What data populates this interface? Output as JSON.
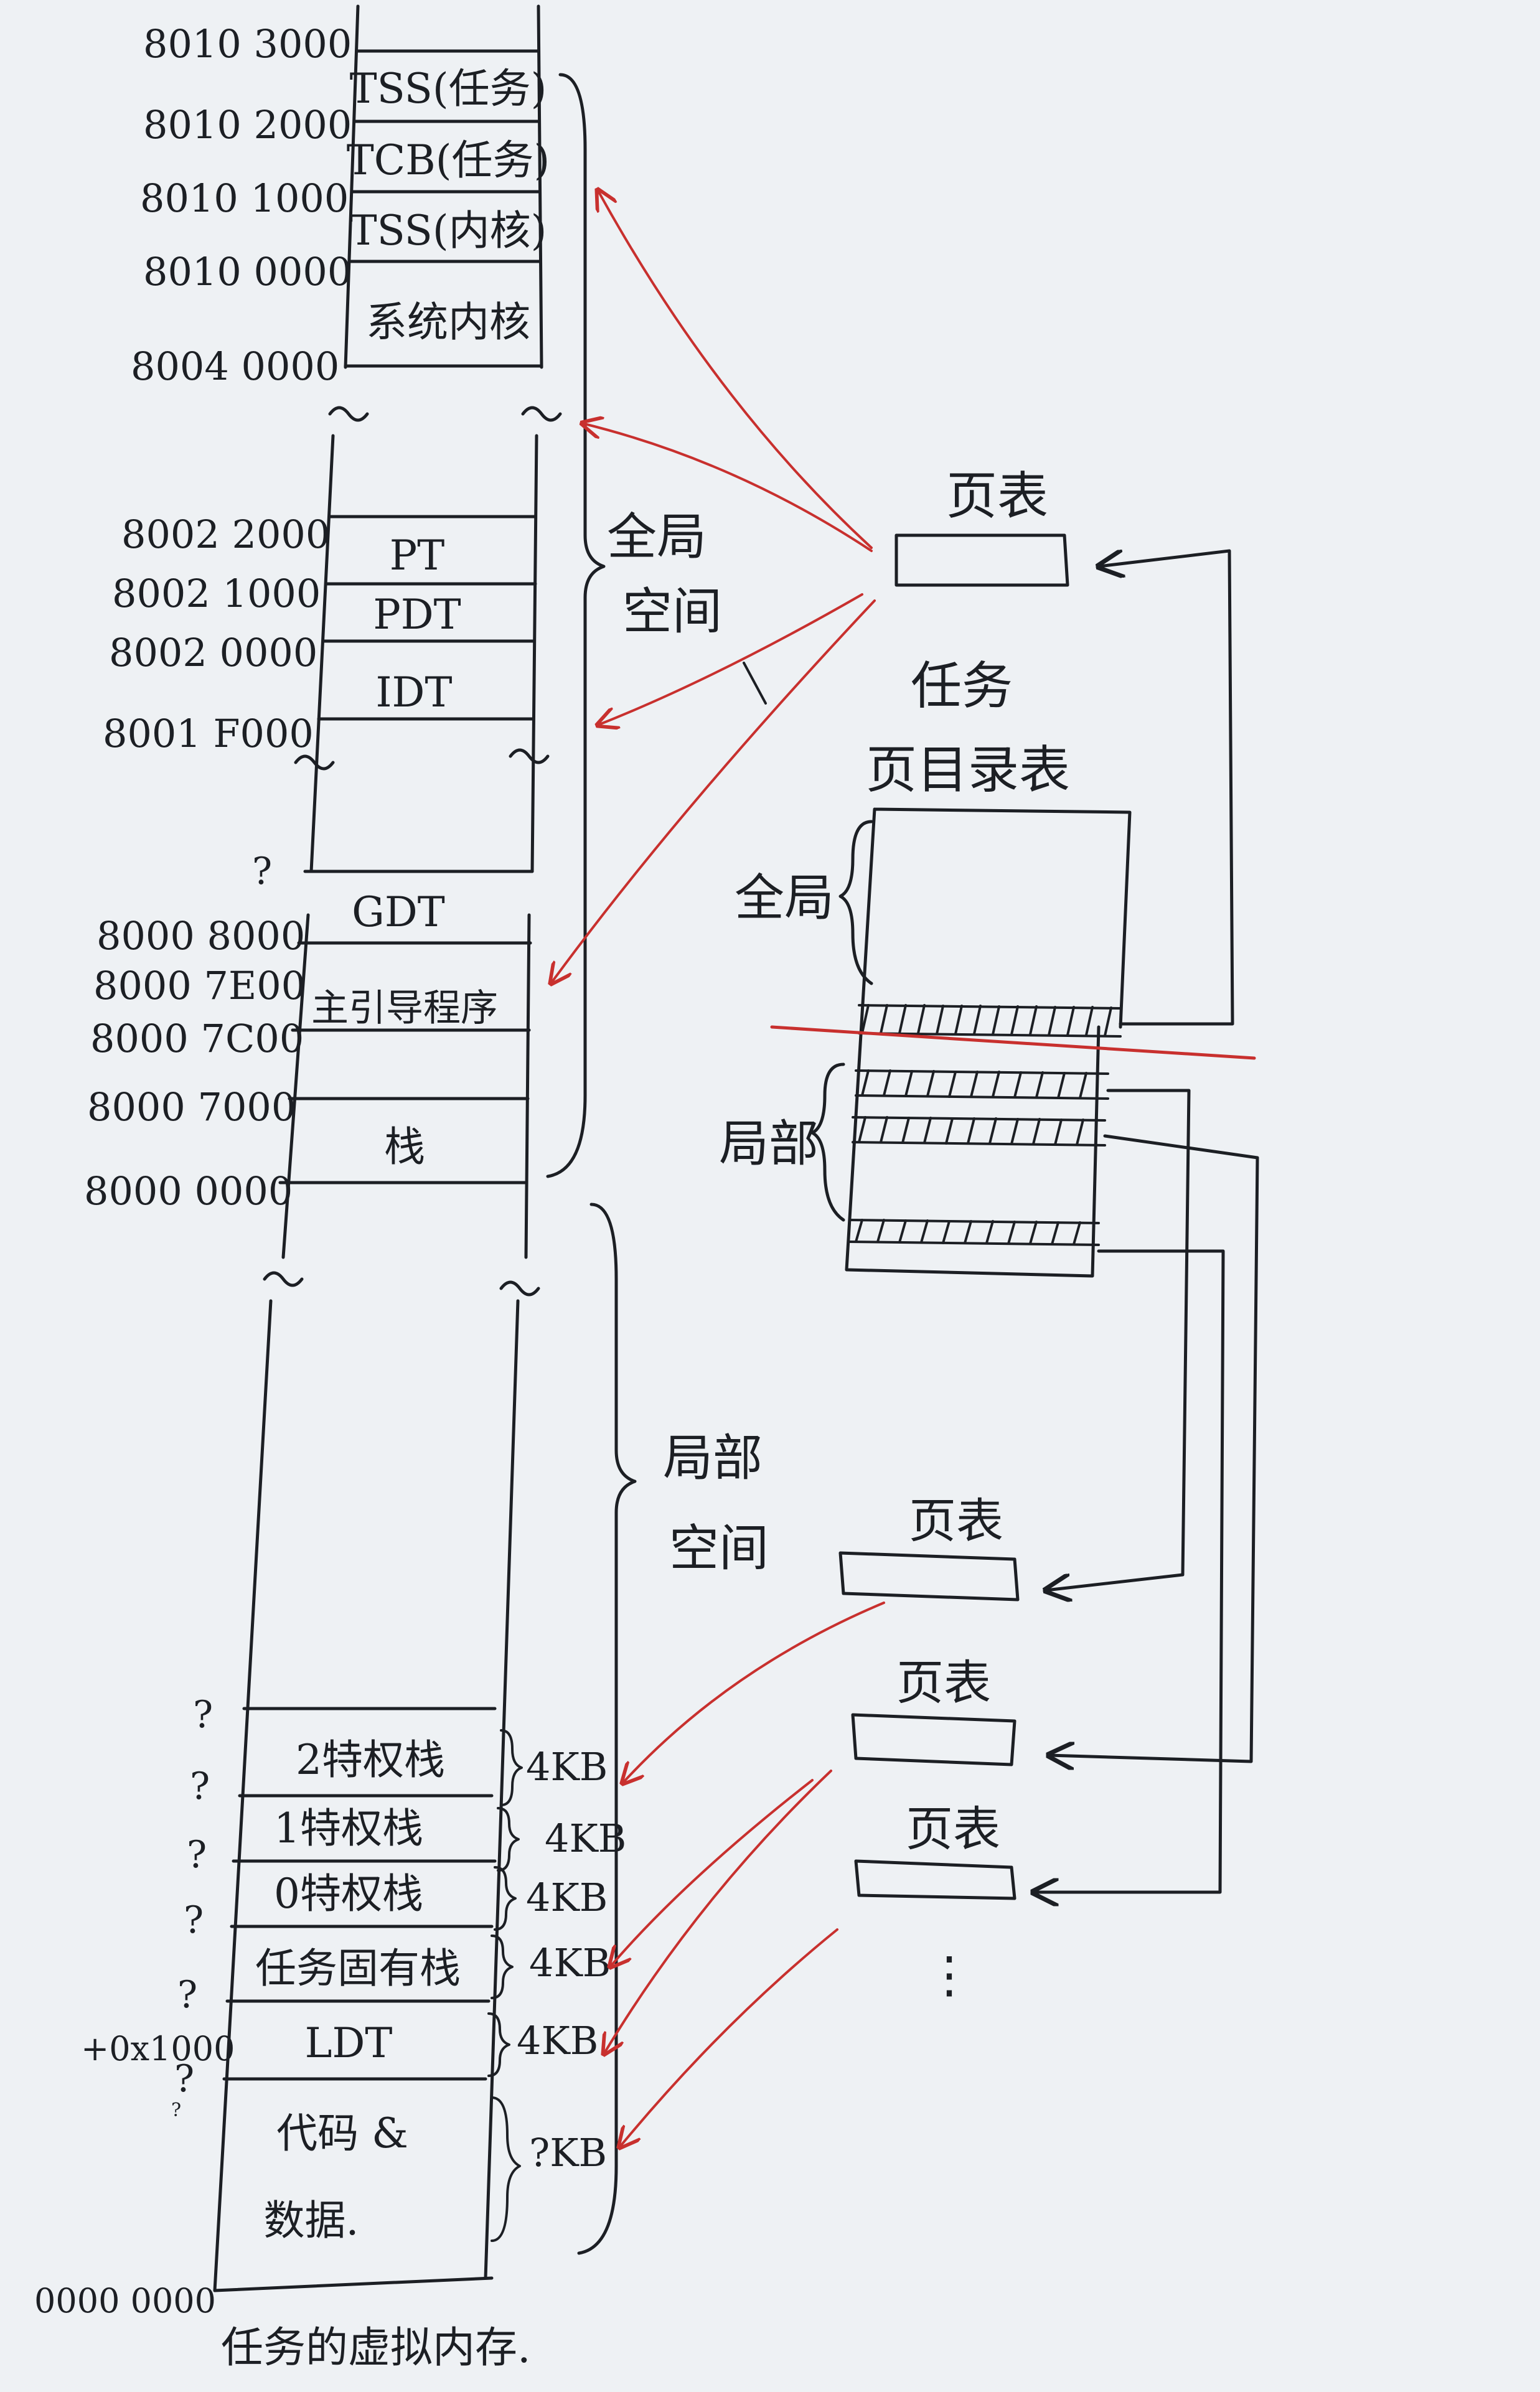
{
  "memory_map": {
    "address_labels": [
      "8010 3000",
      "8010 2000",
      "8010 1000",
      "8010 0000",
      "8004 0000",
      "8002 2000",
      "8002 1000",
      "8002 0000",
      "8001 F000",
      "8000 8000",
      "8000 7E00",
      "8000 7C00",
      "8000 7000",
      "8000 0000",
      "0000 0000"
    ],
    "region_labels": {
      "tss_task": "TSS(任务)",
      "tcb_task": "TCB(任务)",
      "tss_kernel": "TSS(内核)",
      "system_kernel": "系统内核",
      "pt": "PT",
      "pdt": "PDT",
      "idt": "IDT",
      "gdt": "GDT",
      "bootloader": "主引导程序",
      "stack": "栈",
      "priv2_stack": "2特权栈",
      "priv1_stack": "1特权栈",
      "priv0_stack": "0特权栈",
      "task_stack": "任务固有栈",
      "ldt": "LDT",
      "code_data_1": "代码 &",
      "code_data_2": "数据."
    },
    "sizes": [
      "4KB",
      "4KB",
      "4KB",
      "4KB",
      "4KB",
      "?KB"
    ],
    "question_marks": [
      "?",
      "?",
      "?",
      "?",
      "?",
      "?",
      "?",
      "?"
    ],
    "offset_label": "+0x1000",
    "caption": "任务的虚拟内存."
  },
  "braces": {
    "global_space_1": "全局",
    "global_space_2": "空间",
    "local_space_1": "局部",
    "local_space_2": "空间"
  },
  "page_directory": {
    "title_1": "任务",
    "title_2": "页目录表",
    "global_label": "全局",
    "local_label_1": "局部"
  },
  "page_tables": {
    "label": "页表",
    "ellipsis": "⋮"
  },
  "colors": {
    "ink": "#1c1f24",
    "red_arrow": "#c8302e",
    "paper": "#eef1f4"
  }
}
